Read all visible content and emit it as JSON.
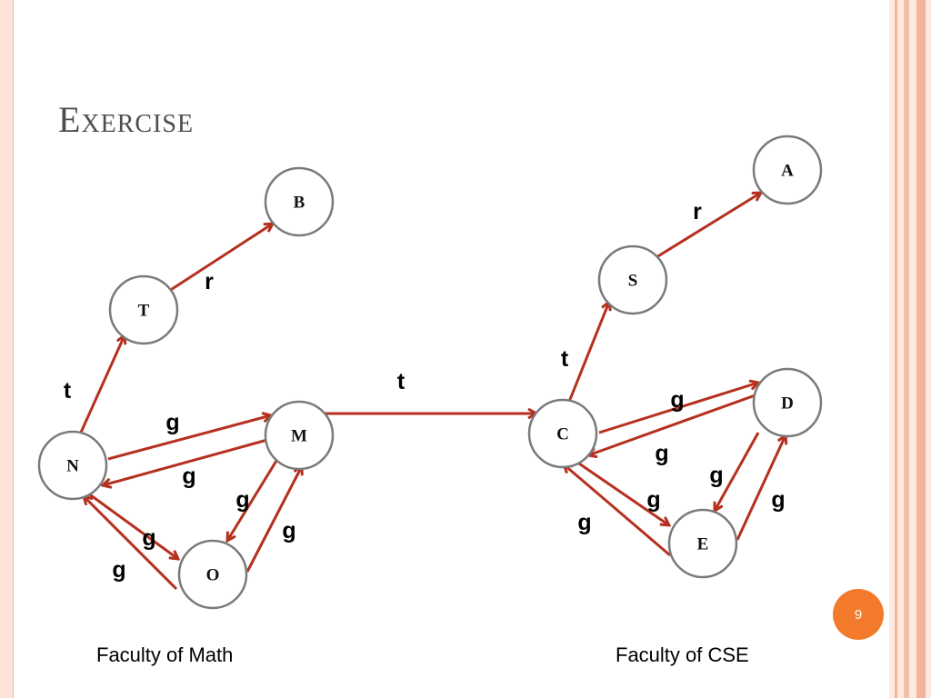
{
  "slide": {
    "title": "Exercise",
    "page_number": "9"
  },
  "captions": {
    "left": "Faculty of Math",
    "right": "Faculty of CSE"
  },
  "colors": {
    "edge": "#b5301f",
    "node_stroke": "#7a7a7a",
    "badge": "#f27a2a",
    "frame": "#f2b49c"
  },
  "nodes": [
    {
      "id": "N",
      "label": "N"
    },
    {
      "id": "T",
      "label": "T"
    },
    {
      "id": "B",
      "label": "B"
    },
    {
      "id": "M",
      "label": "M"
    },
    {
      "id": "O",
      "label": "O"
    },
    {
      "id": "C",
      "label": "C"
    },
    {
      "id": "S",
      "label": "S"
    },
    {
      "id": "A",
      "label": "A"
    },
    {
      "id": "D",
      "label": "D"
    },
    {
      "id": "E",
      "label": "E"
    }
  ],
  "edges": [
    {
      "from": "N",
      "to": "T",
      "label": "t"
    },
    {
      "from": "T",
      "to": "B",
      "label": "r"
    },
    {
      "from": "N",
      "to": "M",
      "label": "g"
    },
    {
      "from": "M",
      "to": "N",
      "label": "g"
    },
    {
      "from": "N",
      "to": "O",
      "label": "g"
    },
    {
      "from": "O",
      "to": "N",
      "label": "g"
    },
    {
      "from": "M",
      "to": "O",
      "label": "g"
    },
    {
      "from": "O",
      "to": "M",
      "label": "g"
    },
    {
      "from": "M",
      "to": "C",
      "label": "t"
    },
    {
      "from": "C",
      "to": "S",
      "label": "t"
    },
    {
      "from": "S",
      "to": "A",
      "label": "r"
    },
    {
      "from": "C",
      "to": "D",
      "label": "g"
    },
    {
      "from": "D",
      "to": "C",
      "label": "g"
    },
    {
      "from": "C",
      "to": "E",
      "label": "g"
    },
    {
      "from": "E",
      "to": "C",
      "label": "g"
    },
    {
      "from": "D",
      "to": "E",
      "label": "g"
    },
    {
      "from": "E",
      "to": "D",
      "label": "g"
    }
  ]
}
